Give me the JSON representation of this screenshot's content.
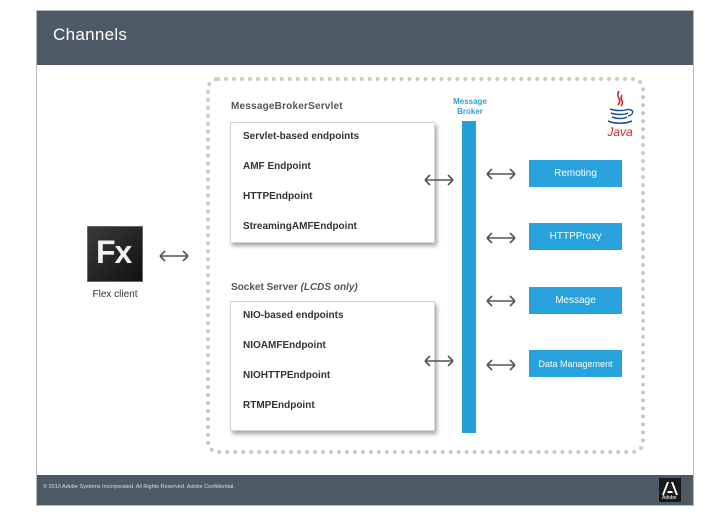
{
  "header": {
    "title": "Channels"
  },
  "footer": {
    "copyright": "© 2010 Adobe Systems Incorporated. All Rights Reserved. Adobe Confidential.",
    "logo_word": "Adobe"
  },
  "client": {
    "icon_text": "Fx",
    "label": "Flex client"
  },
  "servlet_group": {
    "title": "MessageBrokerServlet",
    "items": [
      "Servlet-based endpoints",
      "AMF Endpoint",
      "HTTPEndpoint",
      "StreamingAMFEndpoint"
    ]
  },
  "socket_group": {
    "title_main": "Socket Server",
    "title_note": "(LCDS only)",
    "items": [
      "NIO-based endpoints",
      "NIOAMFEndpoint",
      "NIOHTTPEndpoint",
      "RTMPEndpoint"
    ]
  },
  "broker": {
    "label_line1": "Message",
    "label_line2": "Broker",
    "color": "#24a0d8"
  },
  "services": [
    "Remoting",
    "HTTPProxy",
    "Message",
    "Data Management"
  ],
  "java": {
    "label": "Java"
  },
  "colors": {
    "header": "#4d5a66",
    "service": "#27a2dc",
    "java_red": "#d2232a"
  }
}
